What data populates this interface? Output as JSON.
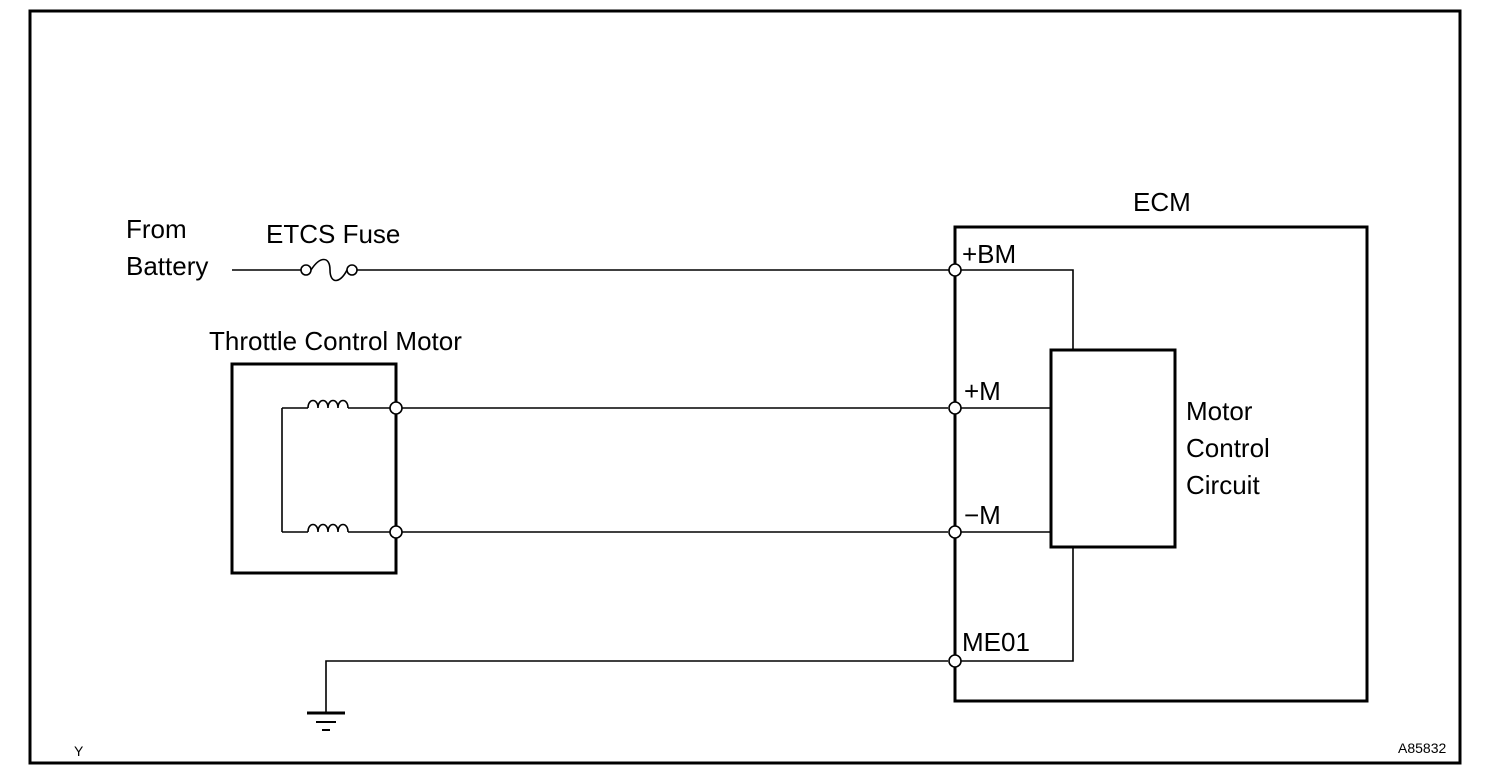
{
  "source": {
    "from": "From",
    "battery": "Battery"
  },
  "fuse": {
    "label": "ETCS Fuse"
  },
  "motor": {
    "title": "Throttle Control Motor"
  },
  "ecm": {
    "title": "ECM",
    "terminals": {
      "bm": "+BM",
      "m_plus": "+M",
      "m_minus": "−M",
      "me01": "ME01"
    },
    "circuit": {
      "line1": "Motor",
      "line2": "Control",
      "line3": "Circuit"
    }
  },
  "footer": {
    "left_code": "Y",
    "figure_id": "A85832"
  }
}
